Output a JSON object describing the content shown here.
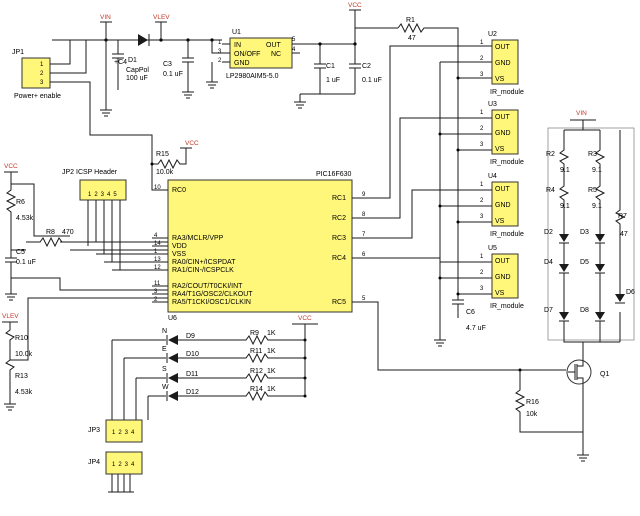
{
  "power": {
    "vin": "VIN",
    "vlev": "VLEV",
    "vcc": "VCC"
  },
  "jp1": {
    "ref": "JP1",
    "pins": [
      "1",
      "2",
      "3"
    ],
    "label": "Power+ enable"
  },
  "d1": {
    "ref": "D1"
  },
  "c4": {
    "ref": "+C4",
    "type": "CapPol",
    "value": "100 uF"
  },
  "c3": {
    "ref": "C3",
    "value": "0.1 uF"
  },
  "u1": {
    "ref": "U1",
    "part": "LP2980AIM5-5.0",
    "pins": {
      "in": "IN",
      "onoff": "ON/OFF",
      "gnd": "GND",
      "out": "OUT",
      "nc": "NC"
    },
    "pin_numbers": [
      "1",
      "3",
      "2",
      "5",
      "4"
    ]
  },
  "c1": {
    "ref": "C1",
    "value": "1 uF"
  },
  "c2": {
    "ref": "C2",
    "value": "0.1 uF"
  },
  "r1": {
    "ref": "R1",
    "value": "47"
  },
  "ir_modules": [
    {
      "ref": "U2",
      "label": "IR_module"
    },
    {
      "ref": "U3",
      "label": "IR_module"
    },
    {
      "ref": "U4",
      "label": "IR_module"
    },
    {
      "ref": "U5",
      "label": "IR_module"
    }
  ],
  "ir_pins": {
    "names": [
      "OUT",
      "GND",
      "VS"
    ],
    "numbers": [
      "1",
      "2",
      "3"
    ]
  },
  "r15": {
    "ref": "R15",
    "value": "10.0k"
  },
  "jp2": {
    "ref": "JP2 ICSP Header",
    "pins": "12345"
  },
  "r6": {
    "ref": "R6",
    "value": "4.53k"
  },
  "r8": {
    "ref": "R8",
    "value": "470"
  },
  "c5": {
    "ref": "C5",
    "value": "0.1 uF"
  },
  "r10": {
    "ref": "R10",
    "value": "10.0k"
  },
  "r13": {
    "ref": "R13",
    "value": "4.53k"
  },
  "u6": {
    "ref": "U6",
    "part": "PIC16F630",
    "left_pins": [
      {
        "num": "10",
        "name": "RC0"
      },
      {
        "num": "4",
        "name": "RA3/MCLR/VPP"
      },
      {
        "num": "14",
        "name": "VDD"
      },
      {
        "num": "1",
        "name": "VSS"
      },
      {
        "num": "13",
        "name": "RA0/CIN+/ICSPDAT"
      },
      {
        "num": "12",
        "name": "RA1/CIN-/ICSPCLK"
      },
      {
        "num": "11",
        "name": "RA2/COUT/T0CKI/INT"
      },
      {
        "num": "3",
        "name": "RA4/T1G/OSC2/CLKOUT"
      },
      {
        "num": "2",
        "name": "RA5/T1CKI/OSC1/CLKIN"
      }
    ],
    "right_pins": [
      {
        "num": "9",
        "name": "RC1"
      },
      {
        "num": "8",
        "name": "RC2"
      },
      {
        "num": "7",
        "name": "RC3"
      },
      {
        "num": "6",
        "name": "RC4"
      },
      {
        "num": "5",
        "name": "RC5"
      }
    ]
  },
  "c6": {
    "ref": "C6",
    "value": "4.7 uF"
  },
  "leds_small": [
    {
      "ref": "D9",
      "tag": "N",
      "r": "R9",
      "rv": "1K"
    },
    {
      "ref": "D10",
      "tag": "E",
      "r": "R11",
      "rv": "1K"
    },
    {
      "ref": "D11",
      "tag": "S",
      "r": "R12",
      "rv": "1K"
    },
    {
      "ref": "D12",
      "tag": "W",
      "r": "R14",
      "rv": "1K"
    }
  ],
  "jp3": {
    "ref": "JP3",
    "pins": "1234"
  },
  "jp4": {
    "ref": "JP4",
    "pins": "1234"
  },
  "ir_leds": {
    "r2": {
      "ref": "R2",
      "value": "9.1"
    },
    "r3": {
      "ref": "R3",
      "value": "9.1"
    },
    "r4": {
      "ref": "R4",
      "value": "9.1"
    },
    "r5": {
      "ref": "R5",
      "value": "9.1"
    },
    "r7": {
      "ref": "R7",
      "value": "47"
    },
    "d": [
      "D2",
      "D3",
      "D4",
      "D5",
      "D7",
      "D8",
      "D6"
    ]
  },
  "q1": {
    "ref": "Q1"
  },
  "r16": {
    "ref": "R16",
    "value": "10k"
  }
}
